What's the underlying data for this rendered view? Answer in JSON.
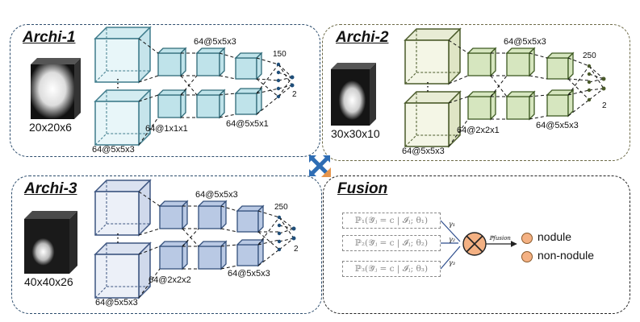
{
  "panels": {
    "archi1": {
      "title": "Archi-1",
      "input": "20x20x6",
      "l1": "64@5x5x3",
      "l2": "64@1x1x1",
      "l3top": "64@5x5x3",
      "l3bot": "64@5x5x1",
      "out_top": "150",
      "out_bot": "2"
    },
    "archi2": {
      "title": "Archi-2",
      "input": "30x30x10",
      "l1": "64@5x5x3",
      "l2": "64@2x2x1",
      "l3top": "64@5x5x3",
      "l3bot": "64@5x5x3",
      "out_top": "250",
      "out_bot": "2"
    },
    "archi3": {
      "title": "Archi-3",
      "input": "40x40x26",
      "l1": "64@5x5x3",
      "l2": "64@2x2x2",
      "l3top": "64@5x5x3",
      "l3bot": "64@5x5x3",
      "out_top": "250",
      "out_bot": "2"
    },
    "fusion": {
      "title": "Fusion",
      "p1": "ℙ₁(𝒴̂ⱼ = c | 𝓘ⱼ; θ₁)",
      "p2": "ℙ₂(𝒴̂ⱼ = c | 𝓘ⱼ; θ₂)",
      "p3": "ℙ₃(𝒴̂ⱼ = c | 𝓘ⱼ; θ₃)",
      "g1": "γ₁",
      "g2": "γ₂",
      "g3": "γ₃",
      "fusion_label": "ℙfusion",
      "classes": [
        "nodule",
        "non-nodule"
      ]
    }
  },
  "colors": {
    "archi1_fill": "#e8f6f9",
    "archi1_edge": "#3f7c8c",
    "archi1_small": "#bfe3ea",
    "archi2_fill": "#f4f6e6",
    "archi2_edge": "#4a5a2a",
    "archi2_small": "#d6e6bf",
    "archi3_fill": "#ecf0f8",
    "archi3_edge": "#3d5580",
    "archi3_small": "#b9c9e4",
    "fusion_node": "#f4b183"
  },
  "icons": [
    "connect-arrows-icon",
    "fusion-multiply-icon"
  ]
}
